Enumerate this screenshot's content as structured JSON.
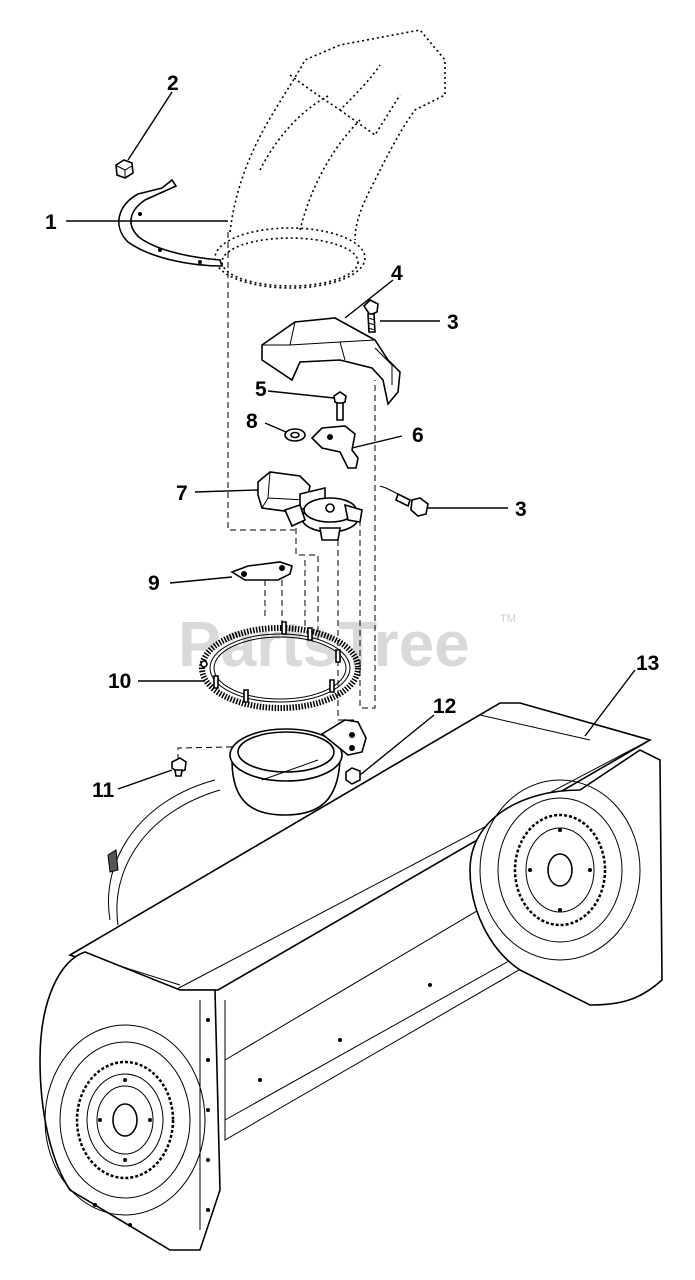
{
  "watermark": {
    "text": "PartsTree",
    "trademark": "TM"
  },
  "callouts": [
    {
      "id": "1",
      "label": "1"
    },
    {
      "id": "2",
      "label": "2"
    },
    {
      "id": "3a",
      "label": "3"
    },
    {
      "id": "4",
      "label": "4"
    },
    {
      "id": "5",
      "label": "5"
    },
    {
      "id": "6",
      "label": "6"
    },
    {
      "id": "7",
      "label": "7"
    },
    {
      "id": "8",
      "label": "8"
    },
    {
      "id": "3b",
      "label": "3"
    },
    {
      "id": "9",
      "label": "9"
    },
    {
      "id": "10",
      "label": "10"
    },
    {
      "id": "12",
      "label": "12"
    },
    {
      "id": "11",
      "label": "11"
    },
    {
      "id": "13",
      "label": "13"
    }
  ]
}
